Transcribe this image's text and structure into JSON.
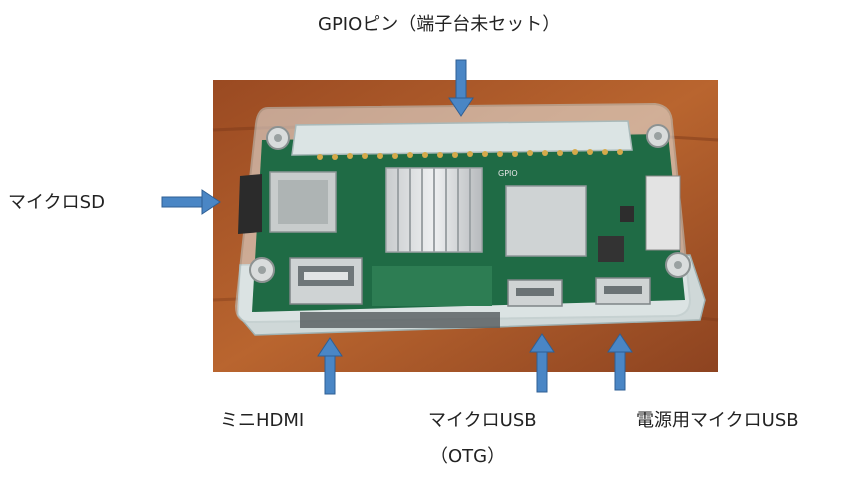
{
  "labels": {
    "gpio": "GPIOピン（端子台未セット）",
    "microsd": "マイクロSD",
    "mini_hdmi": "ミニHDMI",
    "micro_usb": "マイクロUSB",
    "otg": "（OTG）",
    "power_usb": "電源用マイクロUSB"
  },
  "board_text": {
    "chip_label": "GPIO"
  },
  "colors": {
    "arrow": "#4a86c5",
    "arrow_outline": "#2f5f94",
    "pcb": "#1f6b45",
    "wood": "#a9562a",
    "acrylic": "#e8eeee"
  }
}
